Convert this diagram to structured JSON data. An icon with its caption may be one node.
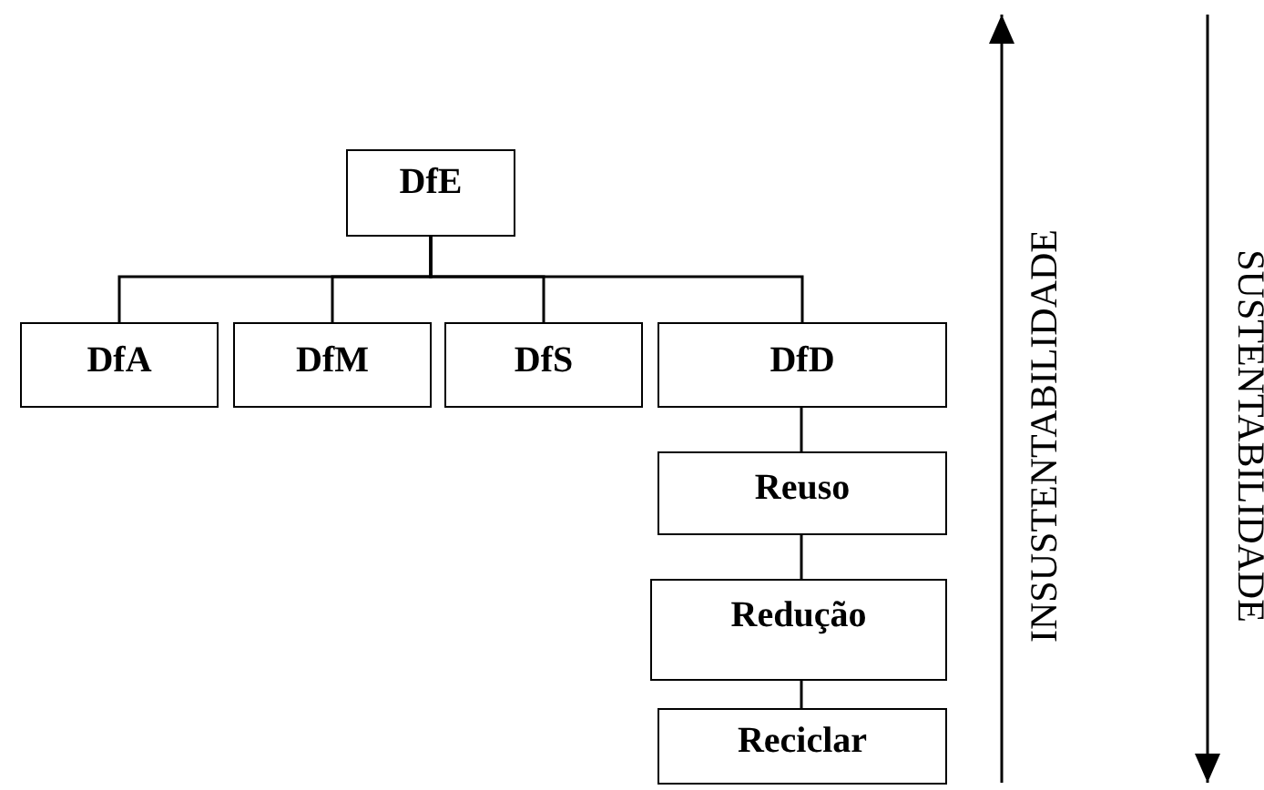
{
  "diagram": {
    "nodes": [
      {
        "text": [
          "DfE"
        ]
      },
      {
        "text": [
          "DfA"
        ]
      },
      {
        "text": [
          "DfM"
        ]
      },
      {
        "text": [
          "DfS"
        ]
      },
      {
        "text": [
          "DfD"
        ]
      },
      {
        "text": [
          "Reuso"
        ]
      },
      {
        "text": [
          "Redução"
        ]
      },
      {
        "text": [
          "Reciclar"
        ]
      }
    ],
    "edges": [
      {
        "from": 0,
        "to": 1,
        "arrow": "none"
      },
      {
        "from": 0,
        "to": 2,
        "arrow": "none"
      },
      {
        "from": 0,
        "to": 3,
        "arrow": "none"
      },
      {
        "from": 0,
        "to": 4,
        "arrow": "none"
      },
      {
        "from": 4,
        "to": 5,
        "arrow": "none"
      },
      {
        "from": 5,
        "to": 6,
        "arrow": "none"
      },
      {
        "from": 6,
        "to": 7,
        "arrow": "none"
      }
    ],
    "labels": [
      "INSUSTENTABILIDADE",
      "SUSTENTABILIDADE"
    ]
  }
}
